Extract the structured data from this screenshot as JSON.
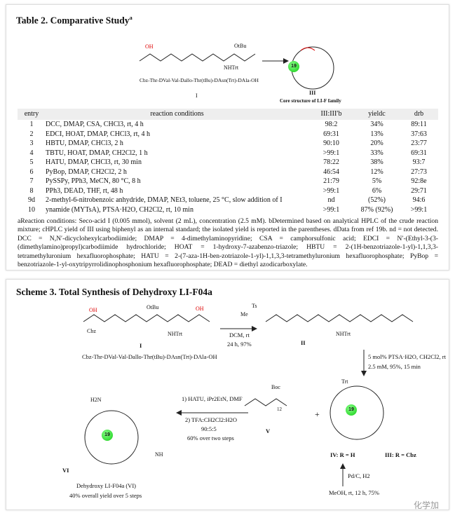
{
  "table2": {
    "title": "Table 2. Comparative Study",
    "title_sup": "a",
    "compound_I_label": "I",
    "compound_I_name": "Cbz-Thr-DVal-Val-Dallo-Thr(tBu)-DAsn(Trt)-DAla-OH",
    "compound_III_label": "III",
    "core_caption": "Core structure of LI-F family",
    "ring_size": "19",
    "headers": [
      "entry",
      "reaction conditions",
      "III:III′b",
      "yieldc",
      "drb"
    ],
    "rows": [
      [
        "1",
        "DCC, DMAP, CSA, CHCl3, rt, 4 h",
        "98:2",
        "34%",
        "89:11"
      ],
      [
        "2",
        "EDCI, HOAT, DMAP, CHCl3, rt, 4 h",
        "69:31",
        "13%",
        "37:63"
      ],
      [
        "3",
        "HBTU, DMAP, CHCl3, 2 h",
        "90:10",
        "20%",
        "23:77"
      ],
      [
        "4",
        "TBTU, HOAT, DMAP, CH2Cl2, 1 h",
        ">99:1",
        "33%",
        "69:31"
      ],
      [
        "5",
        "HATU, DMAP, CHCl3, rt, 30 min",
        "78:22",
        "38%",
        "93:7"
      ],
      [
        "6",
        "PyBop, DMAP, CH2Cl2, 2 h",
        "46:54",
        "12%",
        "27:73"
      ],
      [
        "7",
        "PySSPy, PPh3, MeCN, 80 °C, 8 h",
        "21:79",
        "5%",
        "92:8e"
      ],
      [
        "8",
        "PPh3, DEAD, THF, rt, 48 h",
        ">99:1",
        "6%",
        "29:71"
      ],
      [
        "9d",
        "2-methyl-6-nitrobenzoic anhydride, DMAP, NEt3, toluene, 25 °C, slow addition of I",
        "nd",
        "(52%)",
        "94:6"
      ],
      [
        "10",
        "ynamide (MYTsA), PTSA·H2O, CH2Cl2, rt, 10 min",
        ">99:1",
        "87% (92%)",
        ">99:1"
      ]
    ],
    "footnote": "aReaction conditions: Seco-acid I (0.005 mmol), solvent (2 mL), concentration (2.5 mM). bDetermined based on analytical HPLC of the crude reaction mixture; cHPLC yield of III using biphenyl as an internal standard; the isolated yield is reported in the parentheses. dData from ref 19b. nd = not detected. DCC = N,N′-dicyclohexylcarbodiimide; DMAP = 4-dimethylaminopyridine; CSA = camphorsulfonic acid; EDCI = N′-(Ethyl-3-(3-(dimethylamino)propyl)carbodiimide hydrochloride; HOAT = 1-hydroxy-7-azabenzo-triazole; HBTU = 2-(1H-benzotriazole-1-yl)-1,1,3,3-tetramethyluronium hexafluorophosphate; HATU = 2-(7-aza-1H-ben-zotriazole-1-yl)-1,1,3,3-tetramethyluronium hexafluorophosphate; PyBop = benzotriazole-1-yl-oxytripyrrolidinophosphonium hexafluorophosphate; DEAD = diethyl azodicarboxylate."
  },
  "scheme3": {
    "title": "Scheme 3. Total Synthesis of Dehydroxy LI-F04a",
    "label_I": "I",
    "label_II": "II",
    "label_V": "V",
    "label_VI": "VI",
    "name_I": "Cbz-Thr-DVal-Val-Dallo-Thr(tBu)-DAsn(Trt)-DAla-OH",
    "step1": [
      "DCM, rt",
      "24 h, 97%"
    ],
    "step2": [
      "5 mol% PTSA·H2O, CH2Cl2, rt",
      "2.5 mM, 95%, 15 min"
    ],
    "step3": [
      "1) HATU, iPr2EtN, DMF",
      "2) TFA:CH2Cl2:H2O",
      "90:5:5",
      "60% over two steps"
    ],
    "step4": [
      "Pd/C, H2",
      "MeOH, rt, 12 h, 75%"
    ],
    "plus": "+",
    "label_IV": "IV: R = H",
    "label_III": "III: R = Cbz",
    "product_name": "Dehydroxy LI-F04a (VI)",
    "product_yield": "40% overall yield over 5 steps",
    "ring_size": "19",
    "atoms": {
      "nhtrt": "NHTrt",
      "otbu": "OtBu",
      "cbz": "Cbz",
      "oh": "OH",
      "trt": "Trt",
      "boc": "Boc",
      "ts": "Ts",
      "me": "Me",
      "h2n": "H2N",
      "nh": "NH",
      "twelve": "12"
    }
  },
  "watermark": "化学加"
}
